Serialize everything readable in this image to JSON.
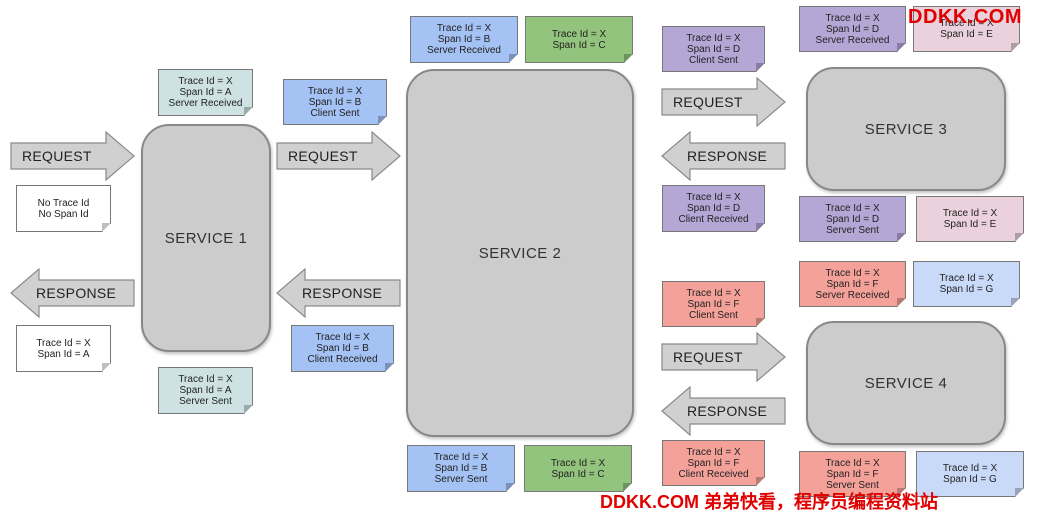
{
  "services": {
    "s1": "SERVICE 1",
    "s2": "SERVICE 2",
    "s3": "SERVICE 3",
    "s4": "SERVICE 4"
  },
  "arrows": {
    "request": "REQUEST",
    "response": "RESPONSE"
  },
  "notes": {
    "n_no_trace": [
      "No Trace Id",
      "No Span Id"
    ],
    "n_a_sr": [
      "Trace Id = X",
      "Span Id = A",
      "Server Received"
    ],
    "n_a_resp": [
      "Trace Id = X",
      "Span Id = A"
    ],
    "n_a_ss": [
      "Trace Id = X",
      "Span Id = A",
      "Server Sent"
    ],
    "n_b_cs": [
      "Trace Id = X",
      "Span Id = B",
      "Client Sent"
    ],
    "n_b_cr": [
      "Trace Id = X",
      "Span Id = B",
      "Client Received"
    ],
    "n_b_sr": [
      "Trace Id = X",
      "Span Id = B",
      "Server Received"
    ],
    "n_c_top": [
      "Trace Id = X",
      "Span Id = C"
    ],
    "n_b_ss": [
      "Trace Id = X",
      "Span Id = B",
      "Server Sent"
    ],
    "n_c_bottom": [
      "Trace Id = X",
      "Span Id = C"
    ],
    "n_d_cs": [
      "Trace Id = X",
      "Span Id = D",
      "Client Sent"
    ],
    "n_d_cr": [
      "Trace Id = X",
      "Span Id = D",
      "Client Received"
    ],
    "n_d_sr": [
      "Trace Id = X",
      "Span Id = D",
      "Server Received"
    ],
    "n_e_top": [
      "Trace Id = X",
      "Span Id = E"
    ],
    "n_d_ss": [
      "Trace Id = X",
      "Span Id = D",
      "Server Sent"
    ],
    "n_e_bottom": [
      "Trace Id = X",
      "Span Id = E"
    ],
    "n_f_cs": [
      "Trace Id = X",
      "Span Id = F",
      "Client Sent"
    ],
    "n_f_cr": [
      "Trace Id = X",
      "Span Id = F",
      "Client Received"
    ],
    "n_f_sr": [
      "Trace Id = X",
      "Span Id = F",
      "Server Received"
    ],
    "n_g_top": [
      "Trace Id = X",
      "Span Id = G"
    ],
    "n_f_ss": [
      "Trace Id = X",
      "Span Id = F",
      "Server Sent"
    ],
    "n_g_bottom": [
      "Trace Id = X",
      "Span Id = G"
    ]
  },
  "colors": {
    "service_fill": "#cccccc",
    "arrow_fill": "#d0d0d0",
    "watermark": "#e00000"
  },
  "watermark": {
    "top": "DDKK.COM",
    "bottom": "DDKK.COM 弟弟快看，程序员编程资料站"
  }
}
